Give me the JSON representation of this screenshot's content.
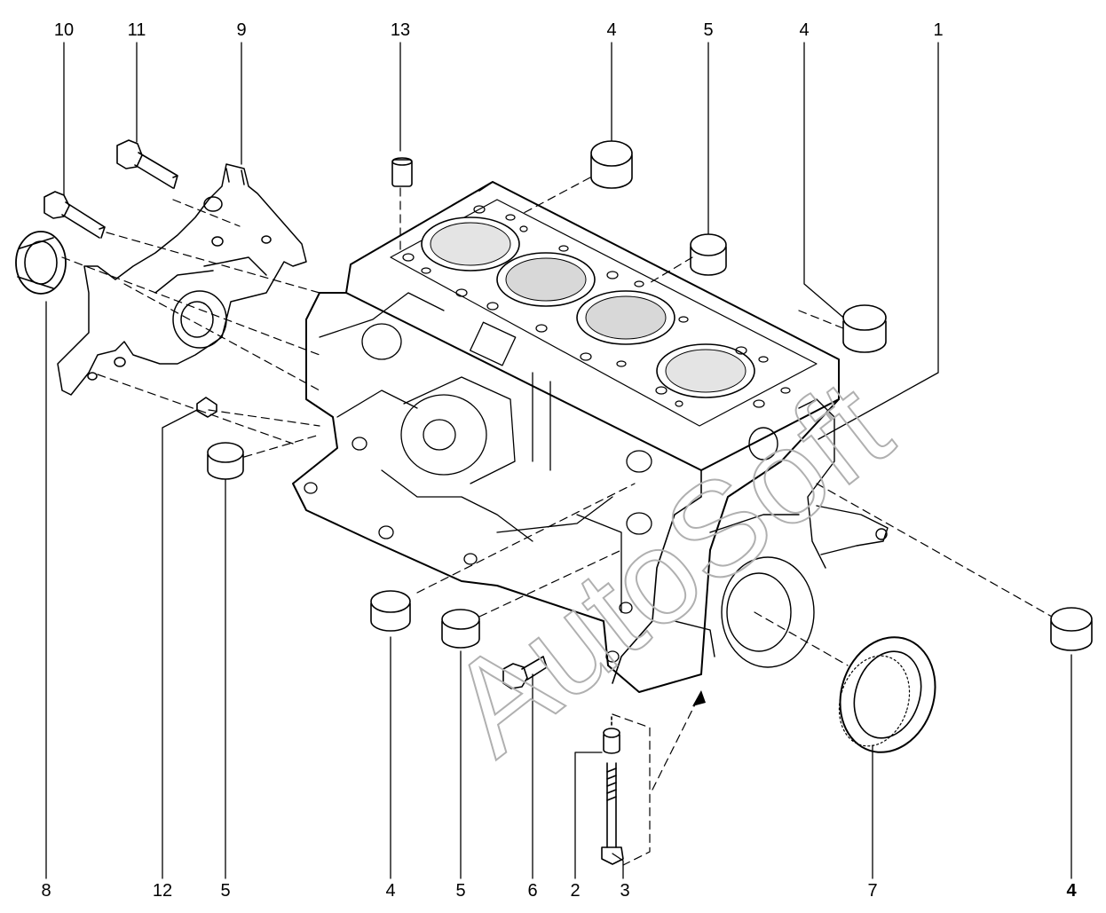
{
  "diagram": {
    "top_labels": [
      "10",
      "11",
      "9",
      "13",
      "4",
      "5",
      "4",
      "1"
    ],
    "bottom_labels": [
      "8",
      "12",
      "5",
      "4",
      "5",
      "6",
      "2",
      "3",
      "7",
      "4"
    ]
  },
  "watermark": "AutoSoft",
  "colors": {
    "line": "#000000",
    "piston": "#d8d8d8",
    "watermark": "#b0b0b0"
  }
}
